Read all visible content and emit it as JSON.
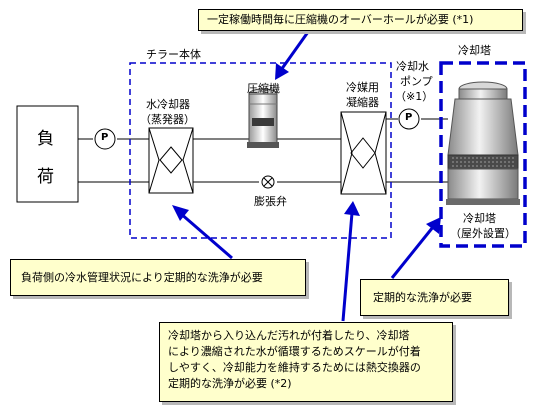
{
  "labels": {
    "chiller_body": "チラー本体",
    "cooling_tower_title": "冷却塔",
    "load_line1": "負",
    "load_line2": "荷",
    "evaporator_line1": "水冷却器",
    "evaporator_line2": "（蒸発器）",
    "compressor": "圧縮機",
    "condenser_line1": "冷媒用",
    "condenser_line2": "凝縮器",
    "pump_line1": "冷却水",
    "pump_line2": "ポンプ",
    "pump_line3": "（※1）",
    "expansion_valve": "膨張弁",
    "tower_line1": "冷却塔",
    "tower_line2": "（屋外設置）",
    "pump_symbol": "P"
  },
  "notes": {
    "overhaul": "一定稼働時間毎に圧縮機のオーバーホールが必要 (*1)",
    "load_side": "負荷側の冷水管理状況により定期的な洗浄が必要",
    "tower_clean": "定期的な洗浄が必要",
    "condenser_line1": "冷却塔から入り込んだ汚れが付着したり、冷却塔",
    "condenser_line2": "により濃縮された水が循環するためスケールが付着",
    "condenser_line3": "しやすく、冷却能力を維持するためには熱交換器の",
    "condenser_line4": "定期的な洗浄が必要 (*2)"
  },
  "colors": {
    "accent_blue": "#0000cc",
    "note_fill": "#ffffcc",
    "note_shadow": "#b8b8b8",
    "line": "#000000"
  }
}
